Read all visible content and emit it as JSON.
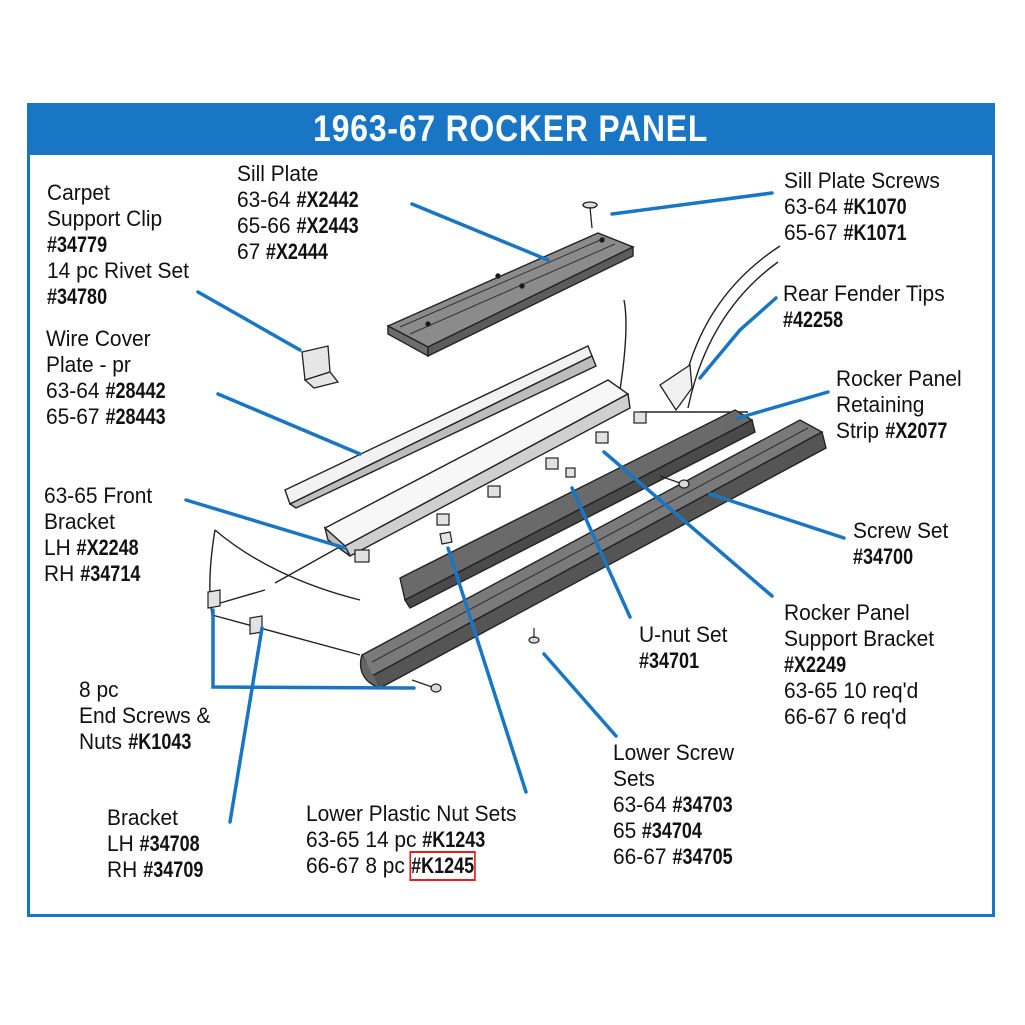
{
  "title": "1963-67 ROCKER PANEL",
  "colors": {
    "accent": "#1876c4",
    "leader": "#1876c4",
    "highlight": "#e02020"
  },
  "callouts": {
    "carpet_clip": {
      "l1": "Carpet",
      "l2": "Support Clip",
      "pn1": "#34779",
      "l3": "14 pc Rivet Set",
      "pn2": "#34780"
    },
    "sill_plate": {
      "l1": "Sill Plate",
      "r1": "63-64 ",
      "pn1": "#X2442",
      "r2": "65-66 ",
      "pn2": "#X2443",
      "r3": "67 ",
      "pn3": "#X2444"
    },
    "sill_screws": {
      "l1": "Sill Plate Screws",
      "r1": "63-64 ",
      "pn1": "#K1070",
      "r2": "65-67 ",
      "pn2": "#K1071"
    },
    "fender_tips": {
      "l1": "Rear Fender Tips",
      "pn1": "#42258"
    },
    "wire_cover": {
      "l1": "Wire Cover",
      "l2": "Plate - pr",
      "r1": "63-64 ",
      "pn1": "#28442",
      "r2": "65-67 ",
      "pn2": "#28443"
    },
    "retaining_strip": {
      "l1": "Rocker Panel",
      "l2": "Retaining",
      "r1": "Strip ",
      "pn1": "#X2077"
    },
    "front_bracket": {
      "l1": "63-65 Front",
      "l2": "Bracket",
      "r1": "LH ",
      "pn1": "#X2248",
      "r2": "RH ",
      "pn2": "#34714"
    },
    "screw_set": {
      "l1": "Screw Set",
      "pn1": "#34700"
    },
    "support_bracket": {
      "l1": "Rocker Panel",
      "l2": "Support Bracket",
      "pn1": "#X2249",
      "l3": "63-65 10 req'd",
      "l4": "66-67 6 req'd"
    },
    "unut_set": {
      "l1": "U-nut Set",
      "pn1": "#34701"
    },
    "end_screws": {
      "l1": "8 pc",
      "l2": "End Screws &",
      "r1": "Nuts ",
      "pn1": "#K1043"
    },
    "lower_screw": {
      "l1": "Lower Screw",
      "l2": "Sets",
      "r1": "63-64 ",
      "pn1": "#34703",
      "r2": "65 ",
      "pn2": "#34704",
      "r3": "66-67 ",
      "pn3": "#34705"
    },
    "bracket": {
      "l1": "Bracket",
      "r1": "LH ",
      "pn1": "#34708",
      "r2": "RH ",
      "pn2": "#34709"
    },
    "plastic_nut": {
      "l1": "Lower Plastic Nut Sets",
      "r1": "63-65 14 pc ",
      "pn1": "#K1243",
      "r2": "66-67 8 pc ",
      "pn2": "#K1245"
    }
  }
}
